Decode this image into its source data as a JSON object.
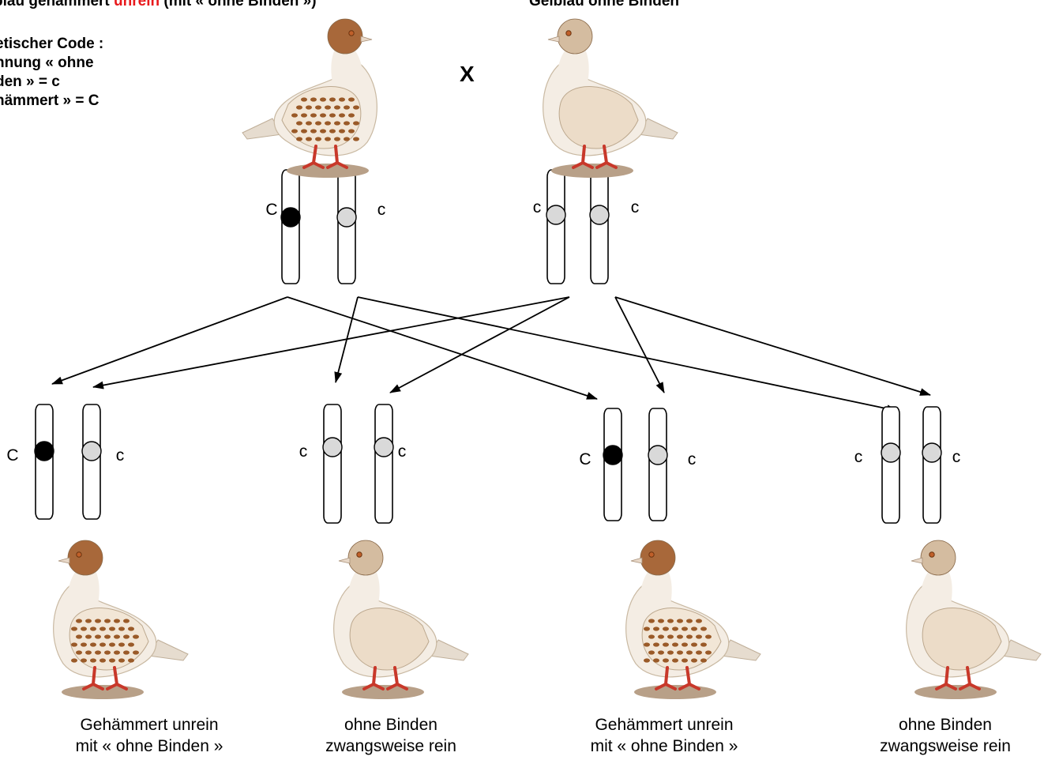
{
  "header": {
    "left_part1": "blau gehämmert ",
    "left_red": "unrein",
    "left_part2": " (mit « ohne Binden »)",
    "right": "Gelblau ohne Binden"
  },
  "genetic_code": {
    "title": "etischer Code :",
    "line1": "hnung « ohne",
    "line2": "den » = c",
    "line3": "hämmert » = C"
  },
  "cross_symbol": "X",
  "alleles": {
    "dominant": "C",
    "recessive": "c"
  },
  "parents": [
    {
      "name": "parent-checker",
      "pattern": "checkered",
      "alleles": [
        "C",
        "c"
      ]
    },
    {
      "name": "parent-barless",
      "pattern": "barless",
      "alleles": [
        "c",
        "c"
      ]
    }
  ],
  "offspring": [
    {
      "alleles": [
        "C",
        "c"
      ],
      "pattern": "checkered",
      "caption_line1": "Gehämmert unrein",
      "caption_line2": "mit « ohne Binden »"
    },
    {
      "alleles": [
        "c",
        "c"
      ],
      "pattern": "barless",
      "caption_line1": "ohne Binden",
      "caption_line2": "zwangsweise rein"
    },
    {
      "alleles": [
        "C",
        "c"
      ],
      "pattern": "checkered",
      "caption_line1": "Gehämmert unrein",
      "caption_line2": "mit « ohne Binden »"
    },
    {
      "alleles": [
        "c",
        "c"
      ],
      "pattern": "barless",
      "caption_line1": "ohne Binden",
      "caption_line2": "zwangsweise rein"
    }
  ],
  "colors": {
    "dominant_allele": "#000000",
    "recessive_allele": "#d9d9d9",
    "head_checker": "#a8683a",
    "head_barless": "#d4bca0",
    "body": "#f4ede4",
    "shield_barless": "#ecdcc8",
    "check_spots": "#9a5a28",
    "feet": "#c8382a",
    "ground": "#b8a088",
    "red_text": "#e8191c"
  }
}
